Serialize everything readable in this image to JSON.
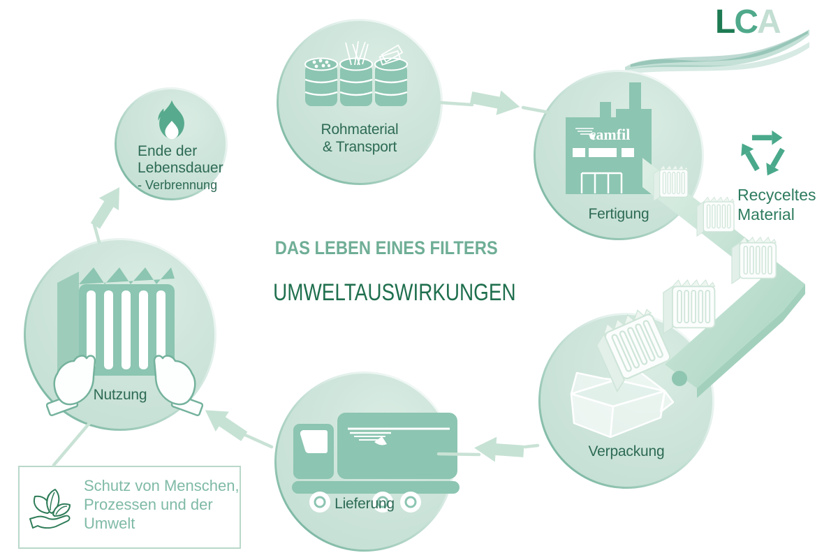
{
  "logo": {
    "l": "L",
    "c": "C",
    "a": "A"
  },
  "title": {
    "heading": "DAS LEBEN EINES FILTERS",
    "subheading": "UMWELTAUSWIRKUNGEN"
  },
  "stages": {
    "raw_material": {
      "line1": "Rohmaterial",
      "line2": "& Transport"
    },
    "manufacturing": {
      "label": "Fertigung",
      "building_sign": "camfil"
    },
    "packaging": {
      "label": "Verpackung"
    },
    "delivery": {
      "label": "Lieferung"
    },
    "use": {
      "label": "Nutzung"
    },
    "end_of_life": {
      "line1": "Ende der",
      "line2": "Lebensdauer",
      "line3": "- Verbrennung"
    }
  },
  "recycled_material": {
    "line1": "Recyceltes",
    "line2": "Material"
  },
  "protection_note": {
    "line1": "Schutz von Menschen,",
    "line2": "Prozessen und der",
    "line3": "Umwelt"
  },
  "icons": {
    "recycling-icon": "chasing-arrows ♻",
    "flame-icon": "flame / incineration",
    "barrels-icon": "raw material drums",
    "factory-icon": "camfil factory",
    "box-icon": "open packaging carton",
    "truck-icon": "delivery truck",
    "filter-hands-icon": "hands holding air filter",
    "leaf-hand-icon": "hand holding leaves"
  },
  "colors": {
    "brand_dark_green": "#1d7a52",
    "brand_mid_green": "#4fa98a",
    "brand_light_green": "#c3ded2",
    "circle_fill": "#c9e2d7",
    "icon_green": "#8cc5b1",
    "heading": "#6fae96",
    "subheading": "#1f6f4e",
    "label_text": "#2d6a55",
    "note_text": "#7fbaa6",
    "arrow": "#c6e2d4"
  }
}
